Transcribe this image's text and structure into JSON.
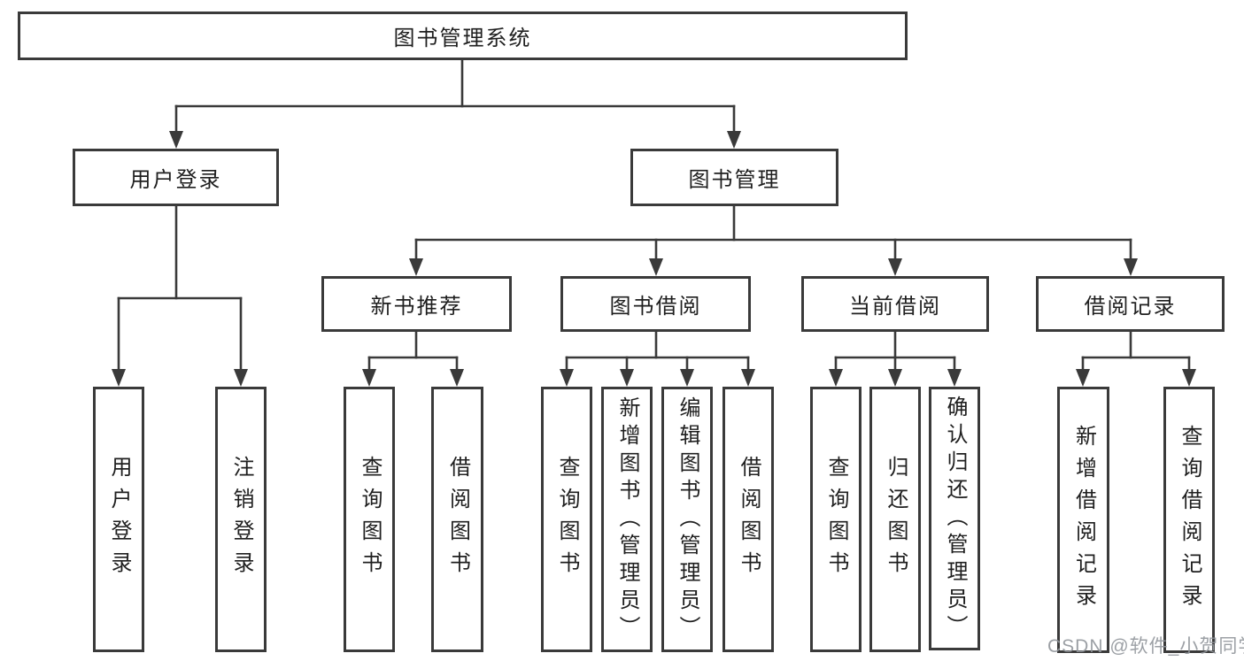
{
  "nodes": {
    "root": "图书管理系统",
    "user_login": "用户登录",
    "book_management": "图书管理",
    "new_book_recommend": "新书推荐",
    "book_borrow": "图书借阅",
    "current_borrow": "当前借阅",
    "borrow_record": "借阅记录",
    "user_login_leaf": "用户登录",
    "logout_leaf": "注销登录",
    "nbr_query_book": "查询图书",
    "nbr_borrow_book": "借阅图书",
    "bb_query_book": "查询图书",
    "bb_add_book": "新增图书（管理员）",
    "bb_edit_book": "编辑图书（管理员）",
    "bb_borrow_book": "借阅图书",
    "cb_query_book": "查询图书",
    "cb_return_book": "归还图书",
    "cb_confirm_return": "确认归还（管理员）",
    "br_add_record": "新增借阅记录",
    "br_query_record": "查询借阅记录"
  },
  "watermark": "CSDN @软件_小贺同学",
  "colors": {
    "line": "#3a3a3a",
    "text": "#1f1f1f",
    "watermark": "#91969b",
    "background": "#ffffff"
  }
}
